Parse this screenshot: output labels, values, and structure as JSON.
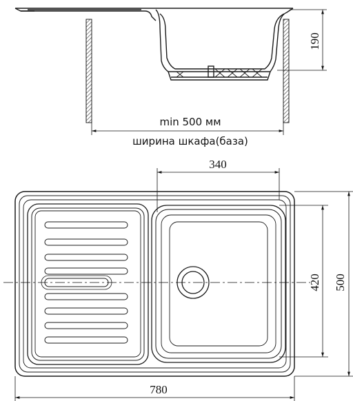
{
  "side_view": {
    "depth_label": "190",
    "min_width_label": "min 500 мм",
    "cabinet_label": "ширина шкафа(база)"
  },
  "top_view": {
    "bowl_width_label": "340",
    "bowl_length_label": "420",
    "overall_length_label": "500",
    "overall_width_label": "780"
  }
}
